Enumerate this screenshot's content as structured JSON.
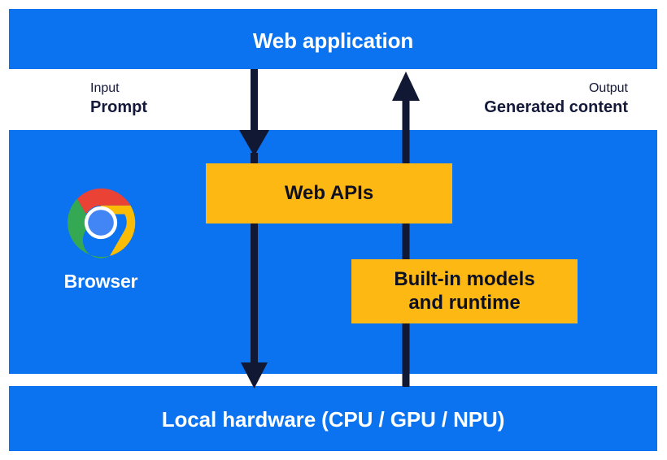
{
  "diagram": {
    "title_bar": {
      "label": "Web application"
    },
    "middle_bar": {
      "browser_label": "Browser",
      "logo_icon": "chrome-logo-icon"
    },
    "bottom_bar": {
      "label": "Local hardware (CPU / GPU / NPU)"
    },
    "annotations": {
      "input": {
        "kicker": "Input",
        "headline": "Prompt"
      },
      "output": {
        "kicker": "Output",
        "headline": "Generated content"
      }
    },
    "boxes": [
      {
        "id": "web-apis",
        "label": "Web APIs"
      },
      {
        "id": "builtin-models",
        "line1": "Built-in models",
        "line2": "and runtime"
      }
    ],
    "arrows": [
      {
        "id": "downward-input-arrow",
        "direction": "down",
        "from": "Web application",
        "to": "Local hardware (CPU / GPU / NPU)"
      },
      {
        "id": "upward-output-arrow",
        "direction": "up",
        "from": "Local hardware (CPU / GPU / NPU)",
        "to": "Web application"
      }
    ],
    "colors": {
      "blue": "#0b72f0",
      "amber": "#fdb813",
      "arrow_navy": "#111833",
      "text_dark": "#15193a",
      "text_light": "#ffffff",
      "background": "#ffffff",
      "chrome_red": "#ea4335",
      "chrome_yellow": "#fbbc05",
      "chrome_green": "#34a853",
      "chrome_blue": "#4285f4"
    }
  }
}
